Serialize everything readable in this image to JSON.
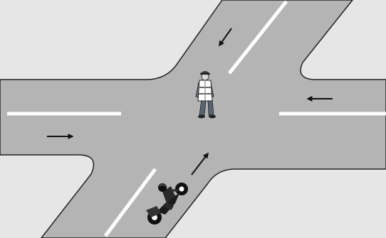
{
  "diagram": {
    "subject": "intersection",
    "roads": [
      "north-south-diagonal",
      "east-west"
    ],
    "participants": [
      {
        "kind": "traffic-police-officer"
      },
      {
        "kind": "motorcycle-rider"
      }
    ],
    "traffic_flow": [
      "southwest-bound",
      "westbound",
      "eastbound",
      "northeast-bound"
    ],
    "colors": {
      "background": "#ffffff",
      "sidewalk": "#e6e6e6",
      "road": "#b4b4b4",
      "lane_marking": "#ffffff",
      "curb": "#222222",
      "arrow": "#111111"
    }
  }
}
